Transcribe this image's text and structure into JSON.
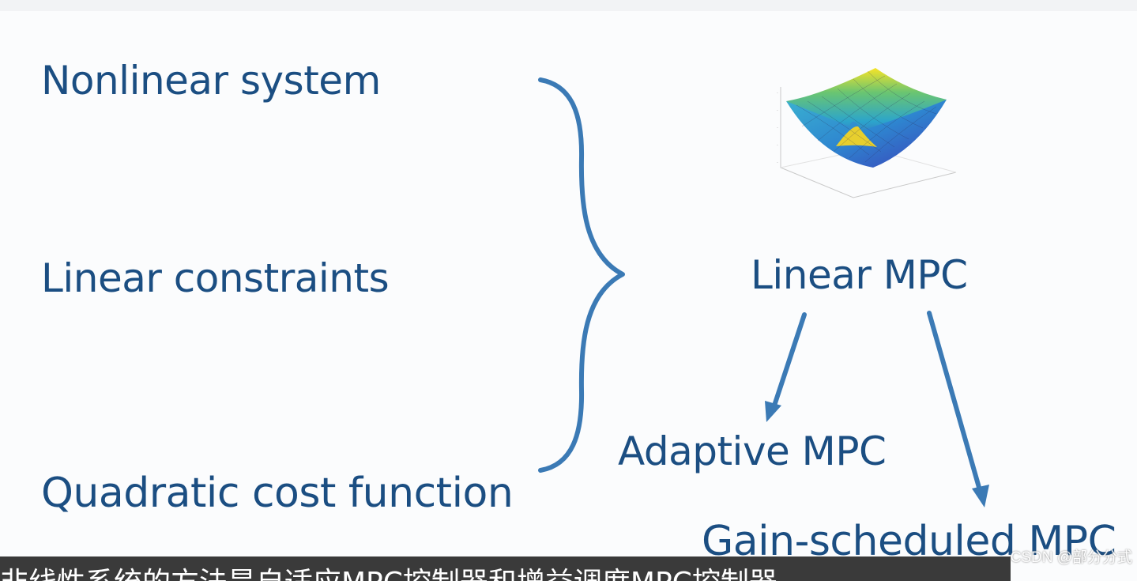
{
  "left_column": {
    "item_1": "Nonlinear system",
    "item_2": "Linear constraints",
    "item_3": "Quadratic cost function"
  },
  "right_column": {
    "root": "Linear MPC",
    "child_1": "Adaptive MPC",
    "child_2": "Gain-scheduled MPC"
  },
  "subtitle": "非线性系统的方法是自适应MPC控制器和增益调度MPC控制器",
  "watermark": "CSDN @部分分式",
  "colors": {
    "text": "#1b4e82",
    "brace_and_arrows": "#3b7ab5",
    "subtitle_bar": "#3a3a3a"
  }
}
